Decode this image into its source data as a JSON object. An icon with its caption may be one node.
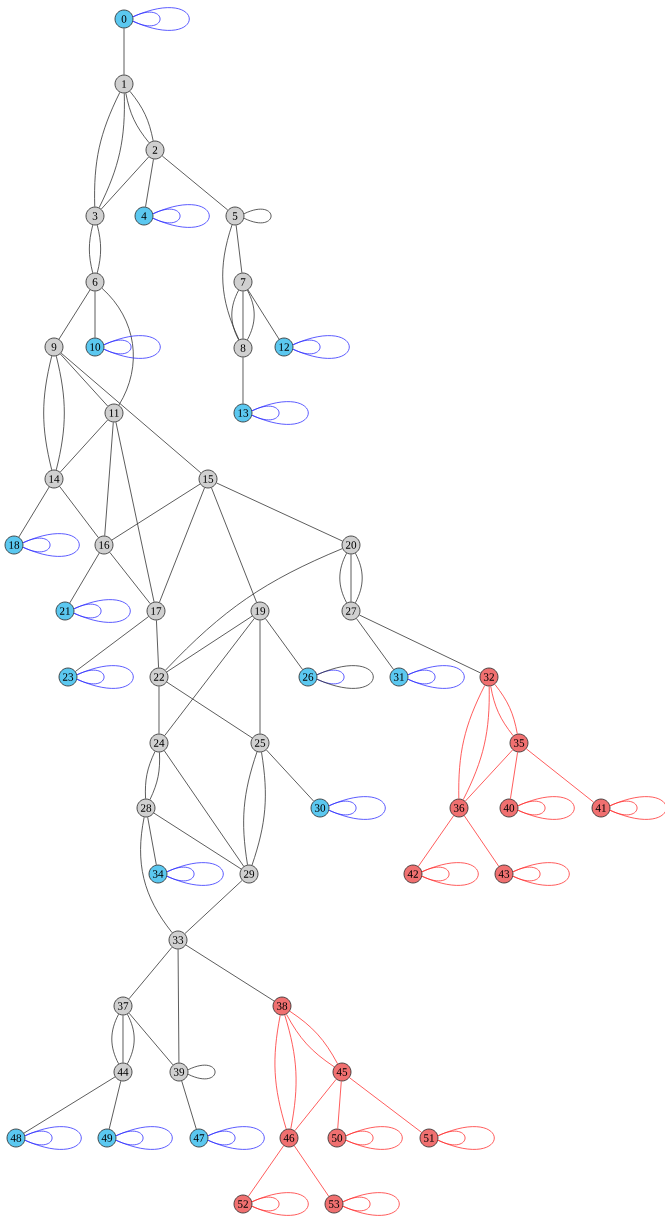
{
  "diagram": {
    "nodes": [
      {
        "text": [
          "0"
        ]
      },
      {
        "text": [
          "1"
        ]
      },
      {
        "text": [
          "2"
        ]
      },
      {
        "text": [
          "3"
        ]
      },
      {
        "text": [
          "4"
        ]
      },
      {
        "text": [
          "5"
        ]
      },
      {
        "text": [
          "6"
        ]
      },
      {
        "text": [
          "7"
        ]
      },
      {
        "text": [
          "8"
        ]
      },
      {
        "text": [
          "9"
        ]
      },
      {
        "text": [
          "10"
        ]
      },
      {
        "text": [
          "11"
        ]
      },
      {
        "text": [
          "12"
        ]
      },
      {
        "text": [
          "13"
        ]
      },
      {
        "text": [
          "14"
        ]
      },
      {
        "text": [
          "15"
        ]
      },
      {
        "text": [
          "16"
        ]
      },
      {
        "text": [
          "17"
        ]
      },
      {
        "text": [
          "18"
        ]
      },
      {
        "text": [
          "19"
        ]
      },
      {
        "text": [
          "20"
        ]
      },
      {
        "text": [
          "21"
        ]
      },
      {
        "text": [
          "22"
        ]
      },
      {
        "text": [
          "23"
        ]
      },
      {
        "text": [
          "24"
        ]
      },
      {
        "text": [
          "25"
        ]
      },
      {
        "text": [
          "26"
        ]
      },
      {
        "text": [
          "27"
        ]
      },
      {
        "text": [
          "28"
        ]
      },
      {
        "text": [
          "29"
        ]
      },
      {
        "text": [
          "30"
        ]
      },
      {
        "text": [
          "31"
        ]
      },
      {
        "text": [
          "32"
        ]
      },
      {
        "text": [
          "33"
        ]
      },
      {
        "text": [
          "34"
        ]
      },
      {
        "text": [
          "35"
        ]
      },
      {
        "text": [
          "36"
        ]
      },
      {
        "text": [
          "37"
        ]
      },
      {
        "text": [
          "38"
        ]
      },
      {
        "text": [
          "39"
        ]
      },
      {
        "text": [
          "40"
        ]
      },
      {
        "text": [
          "41"
        ]
      },
      {
        "text": [
          "42"
        ]
      },
      {
        "text": [
          "43"
        ]
      },
      {
        "text": [
          "44"
        ]
      },
      {
        "text": [
          "45"
        ]
      },
      {
        "text": [
          "46"
        ]
      },
      {
        "text": [
          "47"
        ]
      },
      {
        "text": [
          "48"
        ]
      },
      {
        "text": [
          "49"
        ]
      },
      {
        "text": [
          "50"
        ]
      },
      {
        "text": [
          "51"
        ]
      },
      {
        "text": [
          "52"
        ]
      },
      {
        "text": [
          "53"
        ]
      }
    ],
    "edges": [
      {
        "from": 0,
        "to": 0,
        "arrow": "none",
        "color": "#3333ff"
      },
      {
        "from": 0,
        "to": 0,
        "arrow": "none",
        "color": "#3333ff"
      },
      {
        "from": 0,
        "to": 1,
        "arrow": "none"
      },
      {
        "from": 1,
        "to": 2,
        "arrow": "none"
      },
      {
        "from": 1,
        "to": 2,
        "arrow": "none"
      },
      {
        "from": 1,
        "to": 3,
        "arrow": "none"
      },
      {
        "from": 1,
        "to": 3,
        "arrow": "none"
      },
      {
        "from": 2,
        "to": 3,
        "arrow": "none"
      },
      {
        "from": 2,
        "to": 4,
        "arrow": "none"
      },
      {
        "from": 2,
        "to": 5,
        "arrow": "none"
      },
      {
        "from": 4,
        "to": 4,
        "arrow": "none",
        "color": "#3333ff"
      },
      {
        "from": 4,
        "to": 4,
        "arrow": "none",
        "color": "#3333ff"
      },
      {
        "from": 5,
        "to": 5,
        "arrow": "none"
      },
      {
        "from": 5,
        "to": 7,
        "arrow": "none"
      },
      {
        "from": 5,
        "to": 8,
        "arrow": "none"
      },
      {
        "from": 3,
        "to": 6,
        "arrow": "none"
      },
      {
        "from": 3,
        "to": 6,
        "arrow": "none"
      },
      {
        "from": 6,
        "to": 9,
        "arrow": "none"
      },
      {
        "from": 6,
        "to": 10,
        "arrow": "none"
      },
      {
        "from": 6,
        "to": 11,
        "arrow": "none"
      },
      {
        "from": 7,
        "to": 8,
        "arrow": "none"
      },
      {
        "from": 7,
        "to": 8,
        "arrow": "none"
      },
      {
        "from": 7,
        "to": 8,
        "arrow": "none"
      },
      {
        "from": 7,
        "to": 12,
        "arrow": "none"
      },
      {
        "from": 8,
        "to": 13,
        "arrow": "none"
      },
      {
        "from": 10,
        "to": 10,
        "arrow": "none",
        "color": "#3333ff"
      },
      {
        "from": 10,
        "to": 10,
        "arrow": "none",
        "color": "#3333ff"
      },
      {
        "from": 12,
        "to": 12,
        "arrow": "none",
        "color": "#3333ff"
      },
      {
        "from": 12,
        "to": 12,
        "arrow": "none",
        "color": "#3333ff"
      },
      {
        "from": 13,
        "to": 13,
        "arrow": "none",
        "color": "#3333ff"
      },
      {
        "from": 13,
        "to": 13,
        "arrow": "none",
        "color": "#3333ff"
      },
      {
        "from": 9,
        "to": 14,
        "arrow": "none"
      },
      {
        "from": 9,
        "to": 14,
        "arrow": "none"
      },
      {
        "from": 9,
        "to": 11,
        "arrow": "none"
      },
      {
        "from": 9,
        "to": 15,
        "arrow": "none"
      },
      {
        "from": 11,
        "to": 14,
        "arrow": "none"
      },
      {
        "from": 11,
        "to": 16,
        "arrow": "none"
      },
      {
        "from": 11,
        "to": 17,
        "arrow": "none"
      },
      {
        "from": 14,
        "to": 18,
        "arrow": "none"
      },
      {
        "from": 14,
        "to": 16,
        "arrow": "none"
      },
      {
        "from": 15,
        "to": 16,
        "arrow": "none"
      },
      {
        "from": 15,
        "to": 17,
        "arrow": "none"
      },
      {
        "from": 15,
        "to": 19,
        "arrow": "none"
      },
      {
        "from": 15,
        "to": 20,
        "arrow": "none"
      },
      {
        "from": 16,
        "to": 21,
        "arrow": "none"
      },
      {
        "from": 16,
        "to": 17,
        "arrow": "none"
      },
      {
        "from": 17,
        "to": 23,
        "arrow": "none"
      },
      {
        "from": 17,
        "to": 22,
        "arrow": "none"
      },
      {
        "from": 18,
        "to": 18,
        "arrow": "none",
        "color": "#3333ff"
      },
      {
        "from": 18,
        "to": 18,
        "arrow": "none",
        "color": "#3333ff"
      },
      {
        "from": 21,
        "to": 21,
        "arrow": "none",
        "color": "#3333ff"
      },
      {
        "from": 21,
        "to": 21,
        "arrow": "none",
        "color": "#3333ff"
      },
      {
        "from": 23,
        "to": 23,
        "arrow": "none",
        "color": "#3333ff"
      },
      {
        "from": 23,
        "to": 23,
        "arrow": "none",
        "color": "#3333ff"
      },
      {
        "from": 20,
        "to": 27,
        "arrow": "none"
      },
      {
        "from": 20,
        "to": 27,
        "arrow": "none"
      },
      {
        "from": 20,
        "to": 27,
        "arrow": "none"
      },
      {
        "from": 20,
        "to": 22,
        "arrow": "none"
      },
      {
        "from": 19,
        "to": 22,
        "arrow": "none"
      },
      {
        "from": 19,
        "to": 24,
        "arrow": "none"
      },
      {
        "from": 19,
        "to": 25,
        "arrow": "none"
      },
      {
        "from": 19,
        "to": 26,
        "arrow": "none"
      },
      {
        "from": 26,
        "to": 26,
        "arrow": "none",
        "color": "#3333ff"
      },
      {
        "from": 26,
        "to": 26,
        "arrow": "none"
      },
      {
        "from": 27,
        "to": 31,
        "arrow": "none"
      },
      {
        "from": 27,
        "to": 32,
        "arrow": "none"
      },
      {
        "from": 31,
        "to": 31,
        "arrow": "none",
        "color": "#3333ff"
      },
      {
        "from": 31,
        "to": 31,
        "arrow": "none",
        "color": "#3333ff"
      },
      {
        "from": 22,
        "to": 24,
        "arrow": "none"
      },
      {
        "from": 22,
        "to": 25,
        "arrow": "none"
      },
      {
        "from": 24,
        "to": 28,
        "arrow": "none"
      },
      {
        "from": 24,
        "to": 28,
        "arrow": "none"
      },
      {
        "from": 24,
        "to": 29,
        "arrow": "none"
      },
      {
        "from": 25,
        "to": 29,
        "arrow": "none"
      },
      {
        "from": 25,
        "to": 29,
        "arrow": "none"
      },
      {
        "from": 25,
        "to": 30,
        "arrow": "none"
      },
      {
        "from": 30,
        "to": 30,
        "arrow": "none",
        "color": "#3333ff"
      },
      {
        "from": 30,
        "to": 30,
        "arrow": "none",
        "color": "#3333ff"
      },
      {
        "from": 28,
        "to": 34,
        "arrow": "none"
      },
      {
        "from": 28,
        "to": 29,
        "arrow": "none"
      },
      {
        "from": 28,
        "to": 33,
        "arrow": "none"
      },
      {
        "from": 29,
        "to": 33,
        "arrow": "none"
      },
      {
        "from": 34,
        "to": 34,
        "arrow": "none",
        "color": "#3333ff"
      },
      {
        "from": 34,
        "to": 34,
        "arrow": "none",
        "color": "#3333ff"
      },
      {
        "from": 32,
        "to": 35,
        "arrow": "none",
        "color": "#ff3333"
      },
      {
        "from": 32,
        "to": 35,
        "arrow": "none",
        "color": "#ff3333"
      },
      {
        "from": 32,
        "to": 36,
        "arrow": "none",
        "color": "#ff3333"
      },
      {
        "from": 32,
        "to": 36,
        "arrow": "none",
        "color": "#ff3333"
      },
      {
        "from": 35,
        "to": 36,
        "arrow": "none",
        "color": "#ff3333"
      },
      {
        "from": 35,
        "to": 40,
        "arrow": "none",
        "color": "#ff3333"
      },
      {
        "from": 35,
        "to": 41,
        "arrow": "none",
        "color": "#ff3333"
      },
      {
        "from": 36,
        "to": 42,
        "arrow": "none",
        "color": "#ff3333"
      },
      {
        "from": 36,
        "to": 43,
        "arrow": "none",
        "color": "#ff3333"
      },
      {
        "from": 40,
        "to": 40,
        "arrow": "none",
        "color": "#ff3333"
      },
      {
        "from": 40,
        "to": 40,
        "arrow": "none",
        "color": "#ff3333"
      },
      {
        "from": 41,
        "to": 41,
        "arrow": "none",
        "color": "#ff3333"
      },
      {
        "from": 41,
        "to": 41,
        "arrow": "none",
        "color": "#ff3333"
      },
      {
        "from": 42,
        "to": 42,
        "arrow": "none",
        "color": "#ff3333"
      },
      {
        "from": 42,
        "to": 42,
        "arrow": "none",
        "color": "#ff3333"
      },
      {
        "from": 43,
        "to": 43,
        "arrow": "none",
        "color": "#ff3333"
      },
      {
        "from": 43,
        "to": 43,
        "arrow": "none",
        "color": "#ff3333"
      },
      {
        "from": 33,
        "to": 37,
        "arrow": "none"
      },
      {
        "from": 33,
        "to": 39,
        "arrow": "none"
      },
      {
        "from": 33,
        "to": 38,
        "arrow": "none"
      },
      {
        "from": 37,
        "to": 44,
        "arrow": "none"
      },
      {
        "from": 37,
        "to": 44,
        "arrow": "none"
      },
      {
        "from": 37,
        "to": 44,
        "arrow": "none"
      },
      {
        "from": 37,
        "to": 39,
        "arrow": "none"
      },
      {
        "from": 39,
        "to": 39,
        "arrow": "none"
      },
      {
        "from": 39,
        "to": 47,
        "arrow": "none"
      },
      {
        "from": 44,
        "to": 48,
        "arrow": "none"
      },
      {
        "from": 44,
        "to": 49,
        "arrow": "none"
      },
      {
        "from": 47,
        "to": 47,
        "arrow": "none",
        "color": "#3333ff"
      },
      {
        "from": 47,
        "to": 47,
        "arrow": "none",
        "color": "#3333ff"
      },
      {
        "from": 48,
        "to": 48,
        "arrow": "none",
        "color": "#3333ff"
      },
      {
        "from": 48,
        "to": 48,
        "arrow": "none",
        "color": "#3333ff"
      },
      {
        "from": 49,
        "to": 49,
        "arrow": "none",
        "color": "#3333ff"
      },
      {
        "from": 49,
        "to": 49,
        "arrow": "none",
        "color": "#3333ff"
      },
      {
        "from": 38,
        "to": 46,
        "arrow": "none",
        "color": "#ff3333"
      },
      {
        "from": 38,
        "to": 46,
        "arrow": "none",
        "color": "#ff3333"
      },
      {
        "from": 38,
        "to": 45,
        "arrow": "none",
        "color": "#ff3333"
      },
      {
        "from": 38,
        "to": 45,
        "arrow": "none",
        "color": "#ff3333"
      },
      {
        "from": 45,
        "to": 46,
        "arrow": "none",
        "color": "#ff3333"
      },
      {
        "from": 45,
        "to": 50,
        "arrow": "none",
        "color": "#ff3333"
      },
      {
        "from": 45,
        "to": 51,
        "arrow": "none",
        "color": "#ff3333"
      },
      {
        "from": 46,
        "to": 52,
        "arrow": "none",
        "color": "#ff3333"
      },
      {
        "from": 46,
        "to": 53,
        "arrow": "none",
        "color": "#ff3333"
      },
      {
        "from": 50,
        "to": 50,
        "arrow": "none",
        "color": "#ff3333"
      },
      {
        "from": 50,
        "to": 50,
        "arrow": "none",
        "color": "#ff3333"
      },
      {
        "from": 51,
        "to": 51,
        "arrow": "none",
        "color": "#ff3333"
      },
      {
        "from": 51,
        "to": 51,
        "arrow": "none",
        "color": "#ff3333"
      },
      {
        "from": 52,
        "to": 52,
        "arrow": "none",
        "color": "#ff3333"
      },
      {
        "from": 52,
        "to": 52,
        "arrow": "none",
        "color": "#ff3333"
      },
      {
        "from": 53,
        "to": 53,
        "arrow": "none",
        "color": "#ff3333"
      },
      {
        "from": 53,
        "to": 53,
        "arrow": "none",
        "color": "#ff3333"
      }
    ]
  }
}
